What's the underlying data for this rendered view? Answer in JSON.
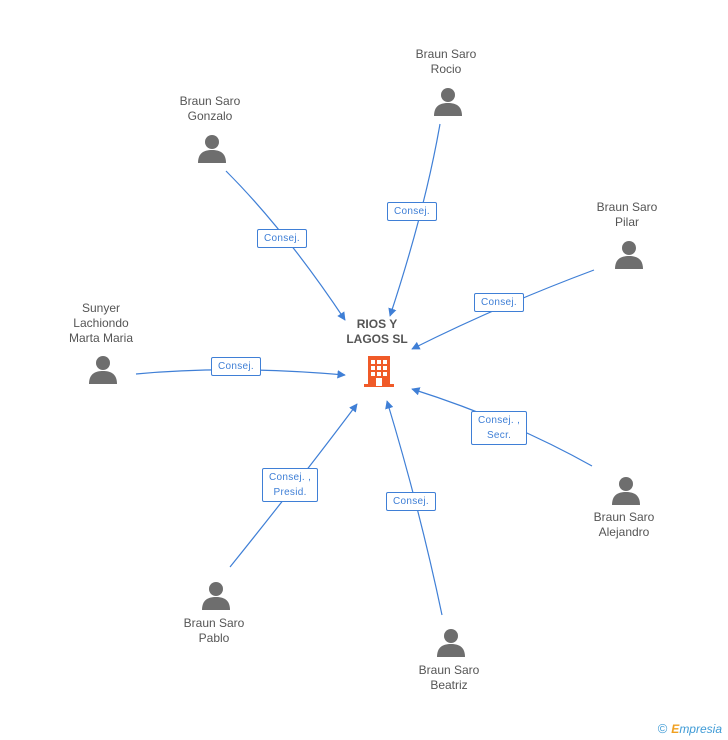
{
  "center": {
    "name": "RIOS Y\nLAGOS SL",
    "icon": "building-icon",
    "color": "#f05a28"
  },
  "people": [
    {
      "id": "rocio",
      "name": "Braun Saro\nRocio",
      "role": "Consej."
    },
    {
      "id": "gonzalo",
      "name": "Braun Saro\nGonzalo",
      "role": "Consej."
    },
    {
      "id": "pilar",
      "name": "Braun Saro\nPilar",
      "role": "Consej."
    },
    {
      "id": "marta",
      "name": "Sunyer\nLachiondo\nMarta Maria",
      "role": "Consej."
    },
    {
      "id": "alejandro",
      "name": "Braun Saro\nAlejandro",
      "role": "Consej. ,\nSecr."
    },
    {
      "id": "pablo",
      "name": "Braun Saro\nPablo",
      "role": "Consej. ,\nPresid."
    },
    {
      "id": "beatriz",
      "name": "Braun Saro\nBeatriz",
      "role": "Consej."
    }
  ],
  "footer": {
    "copyright_symbol": "©",
    "brand_first": "E",
    "brand_rest": "mpresia"
  },
  "colors": {
    "edge": "#3f7fd6",
    "person": "#6e6e6e",
    "building": "#f05a28"
  }
}
